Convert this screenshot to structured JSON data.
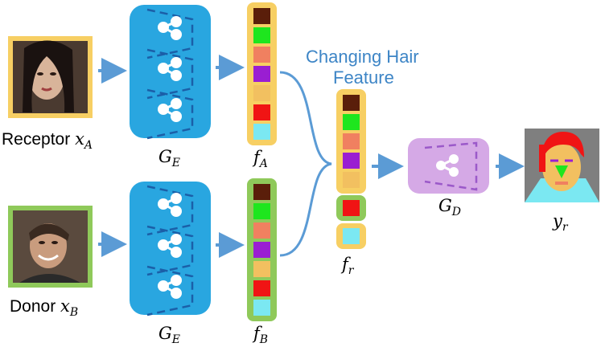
{
  "labels": {
    "receptor_word": "Receptor",
    "receptor_var": "x",
    "receptor_sub": "A",
    "donor_word": "Donor",
    "donor_var": "x",
    "donor_sub": "B",
    "encoder_var": "G",
    "encoder_sub": "E",
    "decoder_var": "G",
    "decoder_sub": "D",
    "feat_var": "f",
    "feat_a_sub": "A",
    "feat_b_sub": "B",
    "feat_r_sub": "r",
    "output_var": "y",
    "output_sub": "r",
    "note_line1": "Changing Hair",
    "note_line2": "Feature"
  },
  "colors": {
    "encoder_fill": "#29a6e0",
    "decoder_fill": "#d5a9e6",
    "receptor_frame": "#f7cf63",
    "donor_frame": "#8fc95a",
    "arrow": "#5b9bd5",
    "note_text": "#3d85c6",
    "cells": [
      "#5a1e0a",
      "#1ee61e",
      "#f08060",
      "#9a1ed2",
      "#f2c060",
      "#f01414",
      "#7be8f2"
    ]
  },
  "icons": {
    "receptor_image": "woman-face-photo",
    "donor_image": "man-face-photo",
    "output_image": "semantic-face-parsing-map",
    "encoder_icon": "neural-network-icon",
    "decoder_icon": "neural-network-icon"
  }
}
